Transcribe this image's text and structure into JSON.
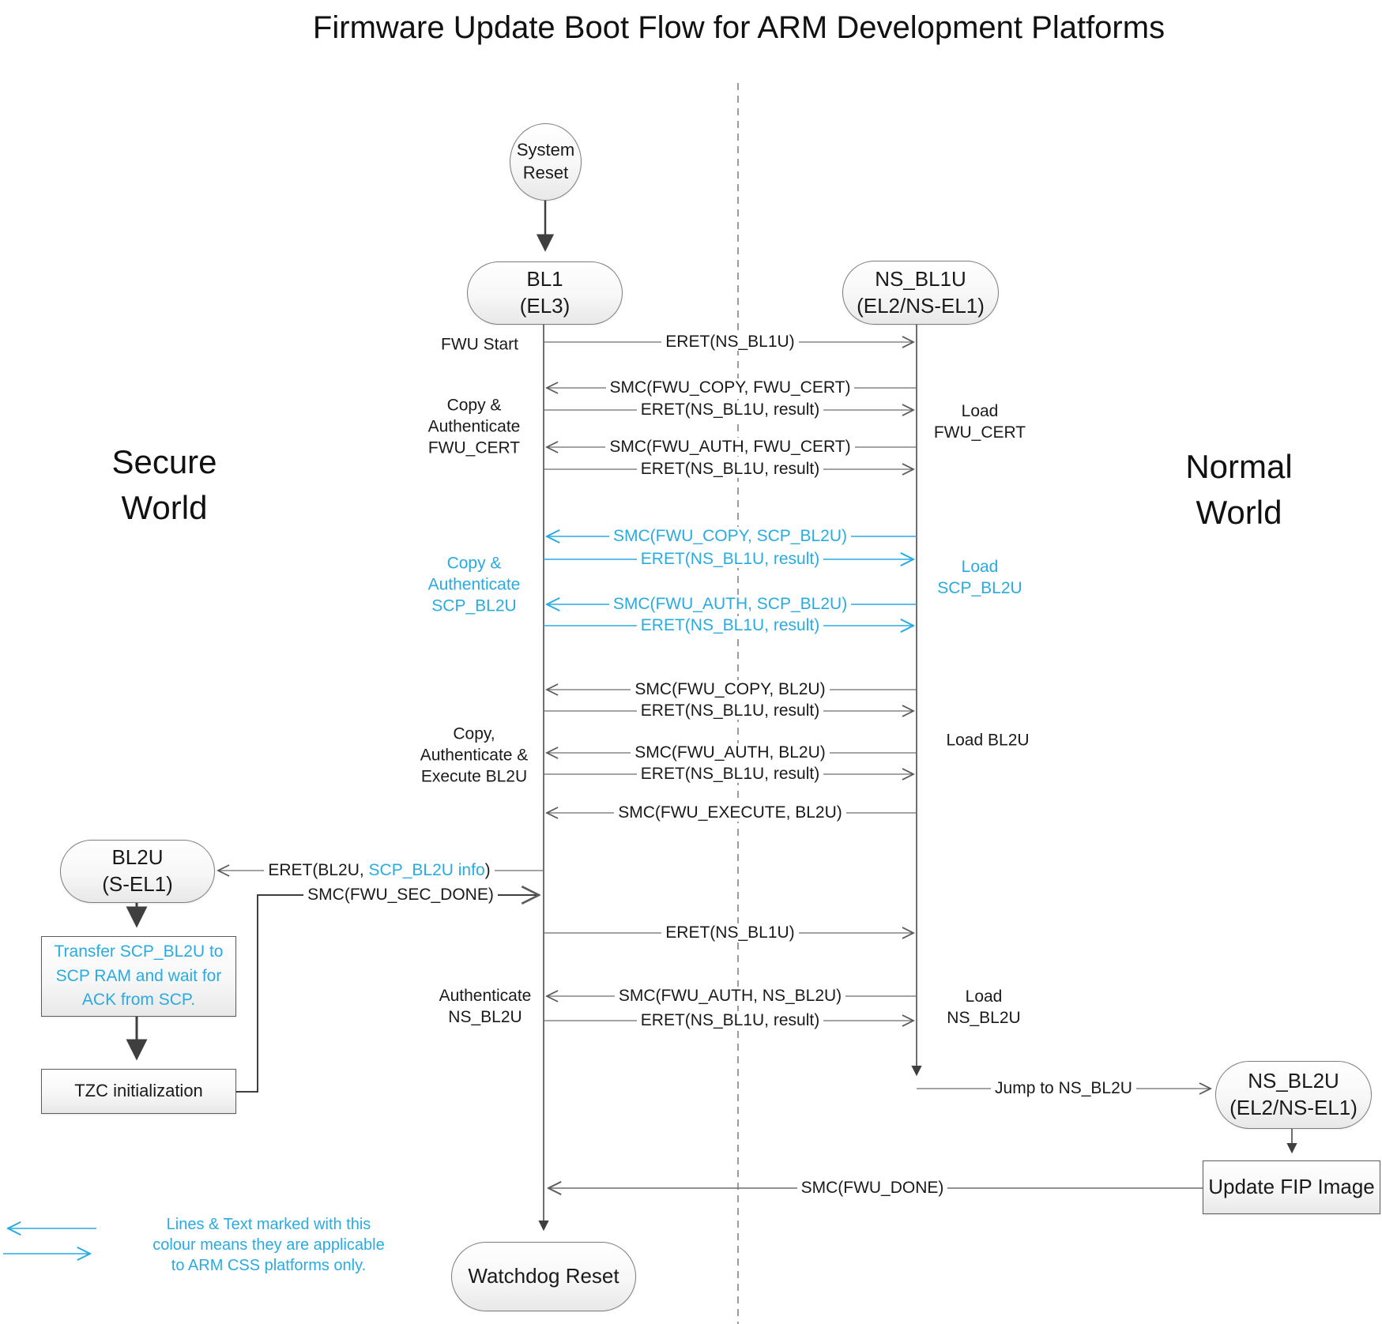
{
  "title": "Firmware Update Boot Flow for ARM Development Platforms",
  "worlds": {
    "secure": "Secure\nWorld",
    "normal": "Normal\nWorld"
  },
  "nodes": {
    "system_reset": "System\nReset",
    "bl1": "BL1\n(EL3)",
    "ns_bl1u": "NS_BL1U\n(EL2/NS-EL1)",
    "bl2u": "BL2U\n(S-EL1)",
    "transfer_scp": "Transfer SCP_BL2U to\nSCP RAM and wait for\nACK from SCP.",
    "tzc": "TZC initialization",
    "ns_bl2u": "NS_BL2U\n(EL2/NS-EL1)",
    "update_fip": "Update FIP Image",
    "watchdog": "Watchdog Reset"
  },
  "messages": [
    "ERET(NS_BL1U)",
    "SMC(FWU_COPY, FWU_CERT)",
    "ERET(NS_BL1U, result)",
    "SMC(FWU_AUTH, FWU_CERT)",
    "ERET(NS_BL1U, result)",
    "SMC(FWU_COPY, SCP_BL2U)",
    "ERET(NS_BL1U, result)",
    "SMC(FWU_AUTH, SCP_BL2U)",
    "ERET(NS_BL1U, result)",
    "SMC(FWU_COPY, BL2U)",
    "ERET(NS_BL1U, result)",
    "SMC(FWU_AUTH, BL2U)",
    "ERET(NS_BL1U, result)",
    "SMC(FWU_EXECUTE, BL2U)",
    "SMC(FWU_SEC_DONE)",
    "ERET(NS_BL1U)",
    "SMC(FWU_AUTH, NS_BL2U)",
    "ERET(NS_BL1U, result)",
    "Jump to NS_BL2U",
    "SMC(FWU_DONE)"
  ],
  "eret_bl2u": {
    "prefix": "ERET(BL2U, ",
    "highlight": "SCP_BL2U info",
    "suffix": ")"
  },
  "side_labels": {
    "fwu_start": "FWU Start",
    "copy_auth_fwu_cert": "Copy &\nAuthenticate\nFWU_CERT",
    "load_fwu_cert": "Load\nFWU_CERT",
    "copy_auth_scp_bl2u": "Copy &\nAuthenticate\nSCP_BL2U",
    "load_scp_bl2u": "Load\nSCP_BL2U",
    "copy_auth_exec_bl2u": "Copy,\nAuthenticate &\nExecute BL2U",
    "load_bl2u": "Load BL2U",
    "auth_ns_bl2u": "Authenticate\nNS_BL2U",
    "load_ns_bl2u": "Load\nNS_BL2U"
  },
  "legend": {
    "text": "Lines & Text marked with this\ncolour means they are applicable\nto ARM CSS platforms only."
  },
  "colors": {
    "highlight": "#29ABE2",
    "line": "#6e6e6e",
    "lifeline": "#3f3f3f"
  }
}
